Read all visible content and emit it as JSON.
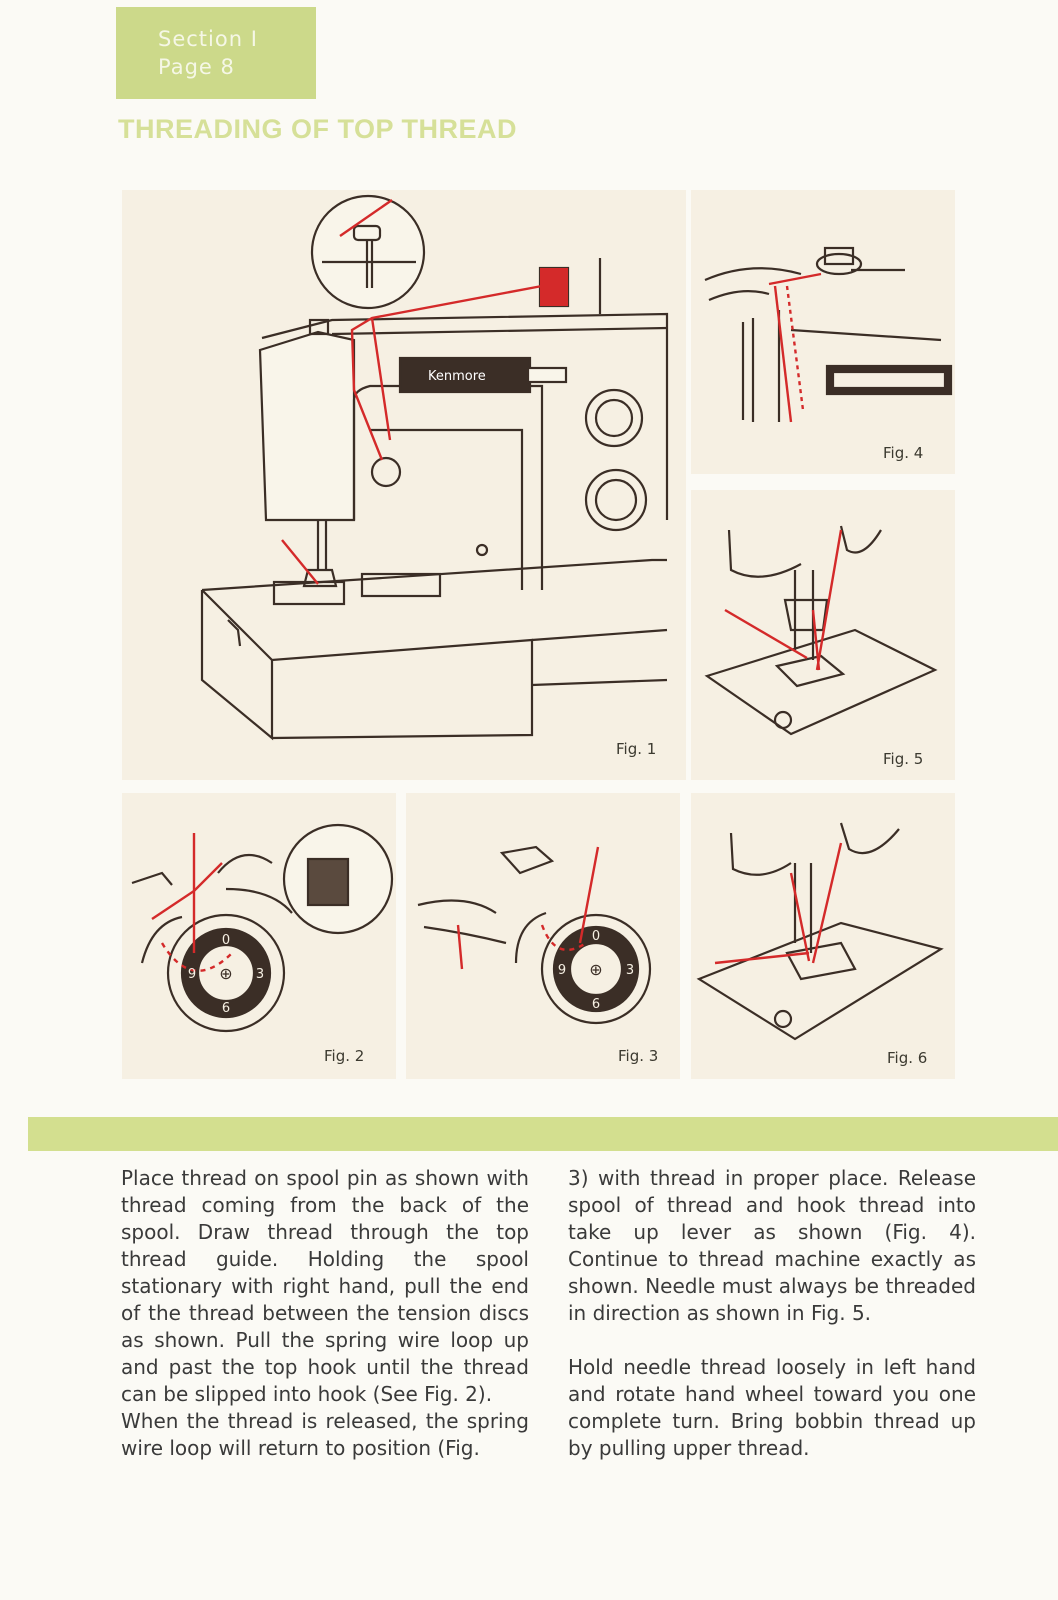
{
  "header": {
    "section": "Section I",
    "page": "Page 8",
    "title": "THREADING OF TOP THREAD"
  },
  "figures": {
    "fig1": "Fig. 1",
    "fig2": "Fig. 2",
    "fig3": "Fig. 3",
    "fig4": "Fig. 4",
    "fig5": "Fig. 5",
    "fig6": "Fig. 6",
    "brand": "Kenmore",
    "dial_numbers": [
      "0",
      "3",
      "6",
      "9"
    ]
  },
  "body": {
    "col1_p1": "Place thread on spool pin as shown with thread coming from the back of the spool. Draw thread through the top thread guide. Holding the spool stationary with right hand, pull the end of the thread between the tension discs as shown. Pull the spring wire loop up and past the top hook until the thread can be slipped into hook (See Fig. 2).",
    "col1_p2": "When the thread is released, the spring wire loop will return to position (Fig.",
    "col2_p1": "3) with thread in proper place. Release spool of thread and hook thread into take up lever as shown (Fig. 4). Continue to thread machine exactly as shown. Needle must always be threaded in direction as shown in Fig. 5.",
    "col2_p2": "Hold needle thread loosely in left hand and rotate hand wheel toward you one complete turn. Bring bobbin thread up by pulling upper thread."
  },
  "colors": {
    "accent_green": "#ccd98a",
    "thread_red": "#d42a2a",
    "line_dark": "#3b2e26",
    "panel_bg": "#f6f0e3"
  }
}
